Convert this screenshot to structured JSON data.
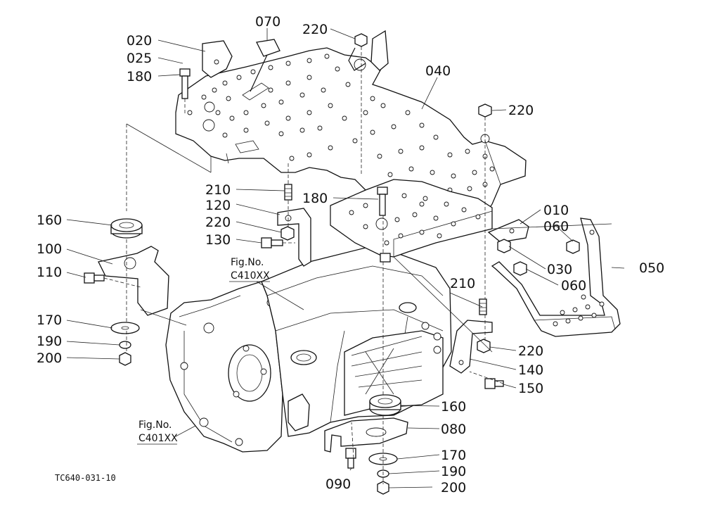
{
  "diagram": {
    "parts": [
      {
        "id": "p020",
        "number": "020"
      },
      {
        "id": "p025",
        "number": "025"
      },
      {
        "id": "p180a",
        "number": "180"
      },
      {
        "id": "p070",
        "number": "070"
      },
      {
        "id": "p220a",
        "number": "220"
      },
      {
        "id": "p040",
        "number": "040"
      },
      {
        "id": "p220b",
        "number": "220"
      },
      {
        "id": "p210a",
        "number": "210"
      },
      {
        "id": "p120",
        "number": "120"
      },
      {
        "id": "p220c",
        "number": "220"
      },
      {
        "id": "p130",
        "number": "130"
      },
      {
        "id": "p180b",
        "number": "180"
      },
      {
        "id": "p010",
        "number": "010"
      },
      {
        "id": "p060a",
        "number": "060"
      },
      {
        "id": "p030",
        "number": "030"
      },
      {
        "id": "p050",
        "number": "050"
      },
      {
        "id": "p060b",
        "number": "060"
      },
      {
        "id": "p160a",
        "number": "160"
      },
      {
        "id": "p100",
        "number": "100"
      },
      {
        "id": "p110",
        "number": "110"
      },
      {
        "id": "p170a",
        "number": "170"
      },
      {
        "id": "p190a",
        "number": "190"
      },
      {
        "id": "p200a",
        "number": "200"
      },
      {
        "id": "p210b",
        "number": "210"
      },
      {
        "id": "p220d",
        "number": "220"
      },
      {
        "id": "p140",
        "number": "140"
      },
      {
        "id": "p150",
        "number": "150"
      },
      {
        "id": "p160b",
        "number": "160"
      },
      {
        "id": "p080",
        "number": "080"
      },
      {
        "id": "p170b",
        "number": "170"
      },
      {
        "id": "p190b",
        "number": "190"
      },
      {
        "id": "p200b",
        "number": "200"
      },
      {
        "id": "p090",
        "number": "090"
      }
    ],
    "figure_refs": [
      {
        "id": "ref1",
        "line1": "Fig.No.",
        "line2": "C410XX"
      },
      {
        "id": "ref2",
        "line1": "Fig.No.",
        "line2": "C401XX"
      }
    ],
    "doc_code": "TC640-031-10"
  }
}
